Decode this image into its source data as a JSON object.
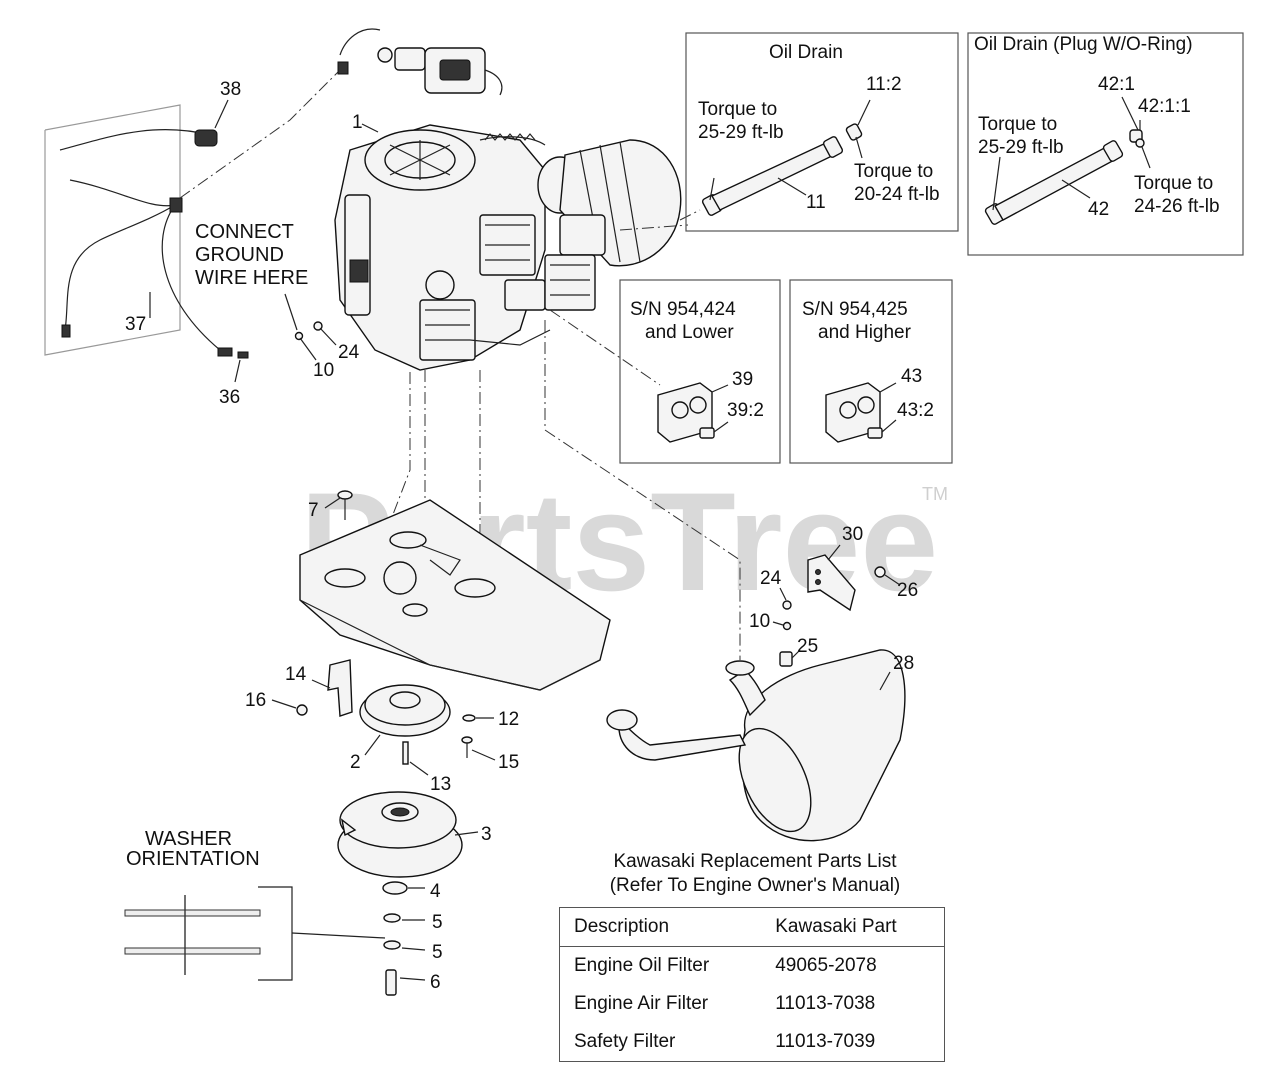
{
  "watermark": {
    "text": "PartsTree",
    "trademark": "TM"
  },
  "callouts": {
    "c1": "1",
    "c2": "2",
    "c3": "3",
    "c4": "4",
    "c5a": "5",
    "c5b": "5",
    "c6": "6",
    "c7": "7",
    "c10a": "10",
    "c10b": "10",
    "c11": "11",
    "c11_2": "11:2",
    "c12": "12",
    "c13": "13",
    "c14": "14",
    "c15": "15",
    "c16": "16",
    "c24a": "24",
    "c24b": "24",
    "c25": "25",
    "c26": "26",
    "c28": "28",
    "c30": "30",
    "c36": "36",
    "c37": "37",
    "c38": "38",
    "c39": "39",
    "c39_2": "39:2",
    "c42": "42",
    "c42_1": "42:1",
    "c42_1_1": "42:1:1",
    "c43": "43",
    "c43_2": "43:2"
  },
  "notes": {
    "ground_line1": "CONNECT",
    "ground_line2": "GROUND",
    "ground_line3": "WIRE HERE",
    "washer_line1": "WASHER",
    "washer_line2": "ORIENTATION"
  },
  "oil_drain_box": {
    "title": "Oil Drain",
    "torque_a_line1": "Torque to",
    "torque_a_line2": "25-29 ft-lb",
    "torque_b_line1": "Torque to",
    "torque_b_line2": "20-24 ft-lb"
  },
  "oil_drain_plug_box": {
    "title": "Oil Drain (Plug W/O-Ring)",
    "torque_a_line1": "Torque to",
    "torque_a_line2": "25-29 ft-lb",
    "torque_b_line1": "Torque to",
    "torque_b_line2": "24-26 ft-lb"
  },
  "sn_lower_box": {
    "line1": "S/N 954,424",
    "line2": "and Lower"
  },
  "sn_higher_box": {
    "line1": "S/N 954,425",
    "line2": "and Higher"
  },
  "parts_list": {
    "title_line1": "Kawasaki Replacement Parts List",
    "title_line2": "(Refer To Engine Owner's Manual)",
    "headers": {
      "description": "Description",
      "part": "Kawasaki Part"
    },
    "rows": [
      {
        "description": "Engine Oil Filter",
        "part": "49065-2078"
      },
      {
        "description": "Engine Air Filter",
        "part": "11013-7038"
      },
      {
        "description": "Safety Filter",
        "part": "11013-7039"
      }
    ]
  }
}
